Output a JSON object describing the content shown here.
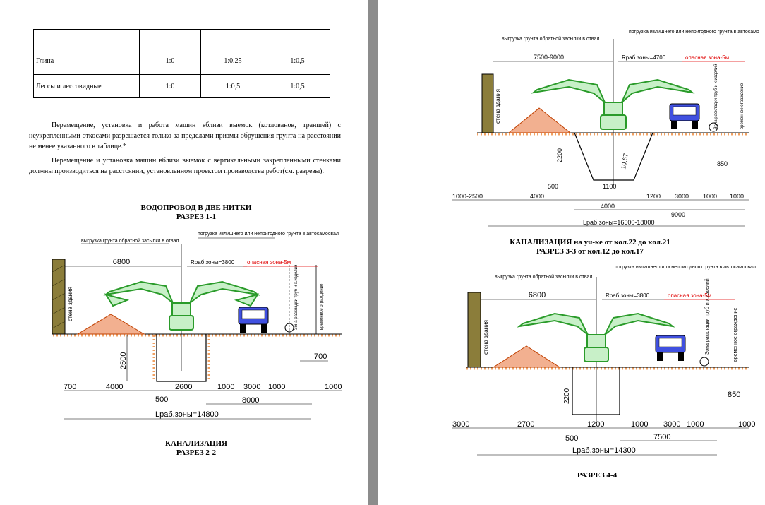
{
  "table": {
    "rows": [
      {
        "name": "",
        "v1": "",
        "v2": "",
        "v3": ""
      },
      {
        "name": "Глина",
        "v1": "1:0",
        "v2": "1:0,25",
        "v3": "1:0,5"
      },
      {
        "name": "Лессы и лессовидные",
        "v1": "1:0",
        "v2": "1:0,5",
        "v3": "1:0,5"
      }
    ]
  },
  "paragraphs": {
    "p1": "Перемещение, установка и работа машин вблизи выемок (котлованов, траншей) с неукрепленными откосами разрешается только за пределами призмы обрушения грунта на расстоянии не менее указанного в таблице.*",
    "p2": "Перемещение и установка машин вблизи выемок с вертикальными закрепленными стенками должны производиться на расстоянии, установленном проектом производства работ(см. разрезы)."
  },
  "headings": {
    "left_title": "ВОДОПРОВОД В ДВЕ НИТКИ",
    "left_section": "РАЗРЕЗ 1-1",
    "left_bottom_title": "КАНАЛИЗАЦИЯ",
    "left_bottom_section": "РАЗРЕЗ 2-2",
    "right_title": "КАНАЛИЗАЦИЯ на уч-ке от кол.22 до кол.21",
    "right_section": "РАЗРЕЗ 3-3 от кол.12 до кол.17",
    "right_bottom_section": "РАЗРЕЗ 4-4"
  },
  "labels": {
    "dump_back": "выгрузка грунта обратной засыпки в отвал",
    "dump_truck": "погрузка излишнего или непригодного грунта в автосамосвал",
    "building_wall": "стена здания",
    "pipe_zone": "Зона раскладки труб и х.изделий",
    "fence": "временное ограждение",
    "danger_zone": "опасная зона-5м"
  },
  "drawings": {
    "d1": {
      "r_work": "Rраб.зоны=3800",
      "top": "6800",
      "depth": "2500",
      "side": "700",
      "bottom": [
        "700",
        "4000",
        "2600",
        "1000",
        "3000",
        "1000",
        "1000"
      ],
      "small": "500",
      "width_right": "8000",
      "l_work": "Lраб.зоны=14800"
    },
    "d2": {
      "r_work": "Rраб.зоны=4700",
      "top": "7500-9000",
      "depth": "2200",
      "slope_len": "10.67",
      "side": "850",
      "small": "500",
      "bottom1": [
        "1000-2500",
        "4000",
        "1100",
        "1200",
        "3000",
        "1000",
        "1000"
      ],
      "bottom2": [
        "4000",
        "9000"
      ],
      "l_work": "Lраб.зоны=16500-18000"
    },
    "d3": {
      "r_work": "Rраб.зоны=3800",
      "top": "6800",
      "depth": "2200",
      "side": "850",
      "small": "500",
      "bottom": [
        "3000",
        "2700",
        "1200",
        "1000",
        "3000",
        "1000",
        "1000"
      ],
      "width_right": "7500",
      "l_work": "Lраб.зоны=14300"
    }
  }
}
